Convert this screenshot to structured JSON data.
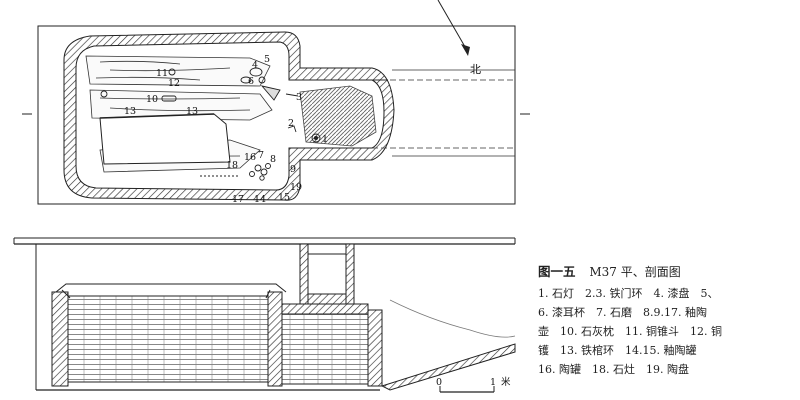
{
  "plan": {
    "north_label": "北",
    "labels": {
      "n1": "1",
      "n2": "2",
      "n3": "3",
      "n4": "4",
      "n5": "5",
      "n6": "6",
      "n7": "7",
      "n8": "8",
      "n9": "9",
      "n10": "10",
      "n11": "11",
      "n12": "12",
      "n13a": "13",
      "n13b": "13",
      "n14": "14",
      "n15": "15",
      "n16": "16",
      "n17": "17",
      "n18": "18",
      "n19": "19"
    }
  },
  "section": {
    "scale_zero": "0",
    "scale_one": "1",
    "scale_unit": "米"
  },
  "caption": {
    "figure_number": "图一五",
    "title": "M37 平、剖面图",
    "lines": [
      "1. 石灯　2.3. 铁门环　4. 漆盘　5、",
      "6. 漆耳杯　7. 石磨　8.9.17. 釉陶",
      "壶　10. 石灰枕　11. 铜锥斗　12. 铜",
      "镬　13. 铁棺环　14.15. 釉陶罐",
      "16. 陶罐　18. 石灶　19. 陶盘"
    ]
  }
}
